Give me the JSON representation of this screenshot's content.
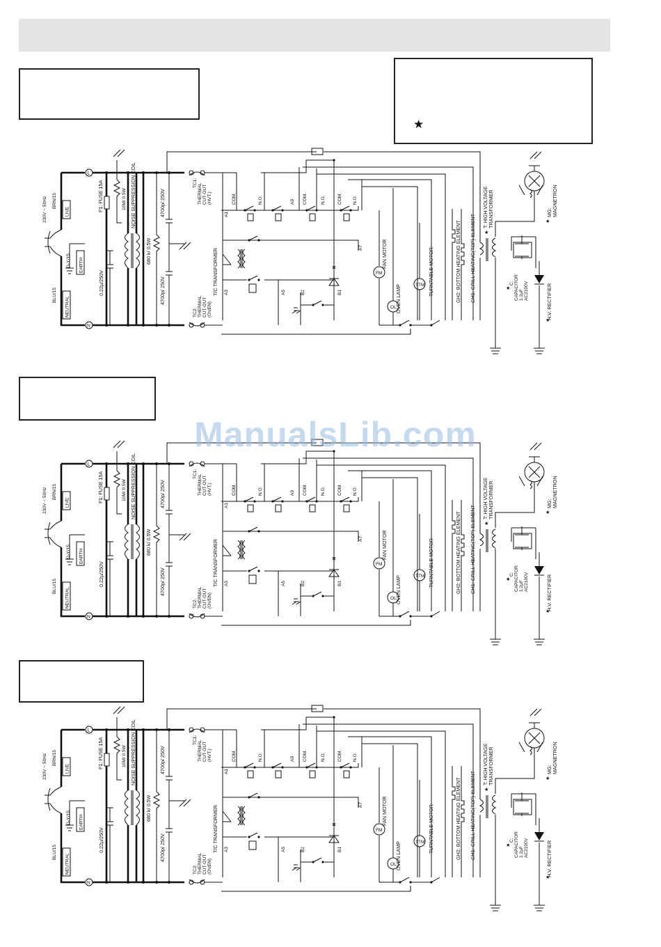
{
  "page": {
    "watermark": "ManualsLib.com",
    "star_symbol": "★"
  },
  "diagram_labels": {
    "L": "L",
    "N": "N",
    "supply_voltage": "230V ~ 50Hz",
    "brn": "BRN/15",
    "blu": "BLU/15",
    "gy": "G-Y/15",
    "live": "LIVE",
    "earth": "EARTH",
    "neutral": "NEUTRAL",
    "fuse": "F1: FUSE 15A",
    "cap_022": "0.22µ/250V",
    "cap_022_alt": "0.22µ/250V",
    "res_10m": "10M/ 0.5W",
    "noise_coil": "NOISE SUPPRESSION COIL",
    "res_680k": "680 k/ 0.5W",
    "cap_4700_top": "4700p/ 250V",
    "cap_4700_bot": "4700p/ 250V",
    "tc1": [
      "TC1:",
      "THERMAL",
      "CUT-OUT",
      "(HVT.)"
    ],
    "tc2": [
      "TC2:",
      "THERMAL",
      "CUT-OUT",
      "(OVEN)"
    ],
    "com": "COM.",
    "no": "N.O.",
    "a1": "A1",
    "a3": "A3",
    "a5": "A5",
    "a7": "A7",
    "a9": "A9",
    "b1": "B1",
    "b2": "B2",
    "tc_transformer": "T/C TRANSFORMER",
    "fan_motor": "FAN MOTOR",
    "fm": "FM",
    "oven_lamp": "OVEN LAMP",
    "ol": "OL",
    "turntable_motor": "TURNTABLE MOTOR",
    "tm": "TTM",
    "gh2": "GH2: BOTTOM HEATING ELEMENT",
    "gh1": "GH1: GRILL HEATING(TOP) ELEMENT",
    "hvt": [
      "T: HIGH VOLTAGE",
      "TRANSFORMER"
    ],
    "capacitor": [
      "C:",
      "CAPACITOR",
      "1.2µF",
      "AC2100V"
    ],
    "magnetron": [
      "MG:",
      "MAGNETRON"
    ],
    "rectifier": "H.V. RECTIFIER"
  }
}
